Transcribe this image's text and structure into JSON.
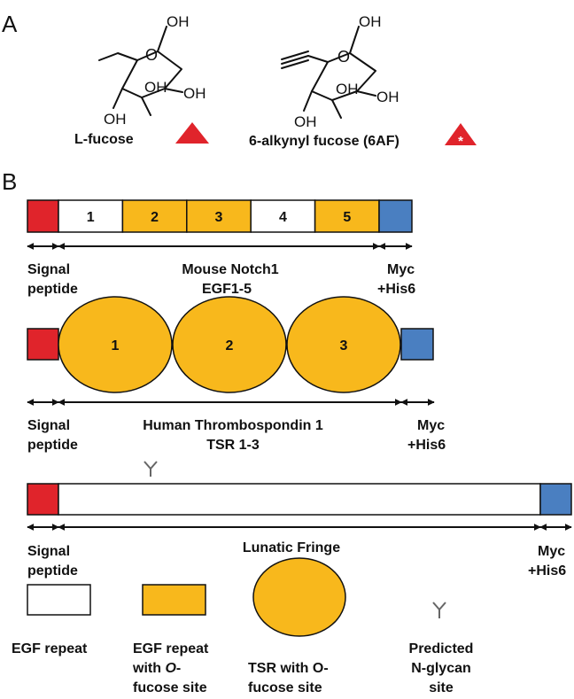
{
  "panels": {
    "a": "A",
    "b": "B"
  },
  "colors": {
    "signal": "#e0242b",
    "tag": "#4a7fc1",
    "o_fucose": "#f8b81c",
    "plain": "#ffffff",
    "outline": "#111111"
  },
  "molecules": {
    "lfucose": {
      "name": "L-fucose",
      "oh_top": "OH",
      "oh_right": "OH",
      "oh_mid": "OH",
      "oh_bottom": "OH",
      "ring_o": "O",
      "marker": "red-triangle"
    },
    "alkynyl": {
      "name": "6-alkynyl fucose (6AF)",
      "oh_top": "OH",
      "oh_right": "OH",
      "oh_mid": "OH",
      "oh_bottom": "OH",
      "ring_o": "O",
      "marker": "red-triangle-asterisk",
      "asterisk": "*"
    }
  },
  "notch": {
    "egf_labels": [
      "1",
      "2",
      "3",
      "4",
      "5"
    ],
    "o_fucose_sites": [
      false,
      true,
      true,
      false,
      true
    ],
    "signal_label": [
      "Signal",
      "peptide"
    ],
    "center_label": [
      "Mouse Notch1",
      "EGF1-5"
    ],
    "tag_label": [
      "Myc",
      "+His6"
    ]
  },
  "thbs": {
    "tsr_labels": [
      "1",
      "2",
      "3"
    ],
    "signal_label": [
      "Signal",
      "peptide"
    ],
    "center_label": [
      "Human Thrombospondin 1",
      "TSR 1-3"
    ],
    "tag_label": [
      "Myc",
      "+His6"
    ]
  },
  "lfng": {
    "signal_label": [
      "Signal",
      "peptide"
    ],
    "center_label": "Lunatic Fringe",
    "tag_label": [
      "Myc",
      "+His6"
    ]
  },
  "legend": {
    "egf": [
      "EGF repeat"
    ],
    "egf_o": [
      "EGF repeat",
      "with O-",
      "fucose site"
    ],
    "tsr_o": [
      "TSR with O-",
      "fucose site"
    ],
    "glycan": [
      "Predicted",
      "N-glycan",
      "site"
    ]
  }
}
